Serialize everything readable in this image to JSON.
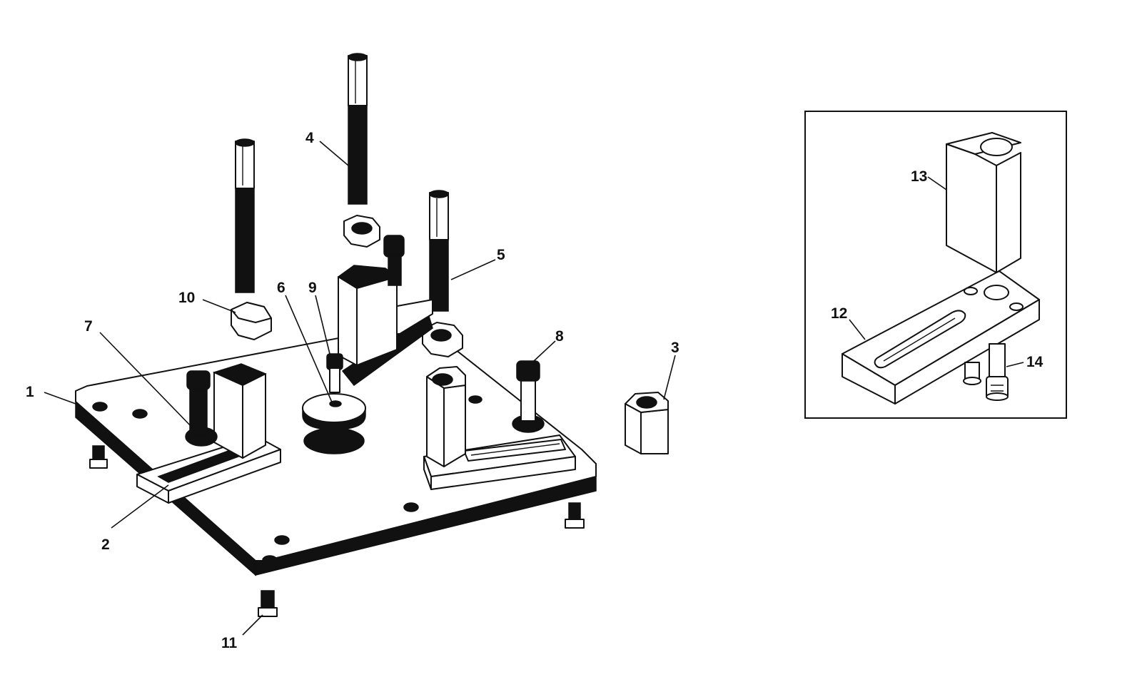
{
  "drawing": {
    "type": "exploded-assembly",
    "colors": {
      "line": "#111111",
      "background": "#ffffff"
    },
    "callouts": [
      {
        "id": "1",
        "label": "1"
      },
      {
        "id": "2",
        "label": "2"
      },
      {
        "id": "3",
        "label": "3"
      },
      {
        "id": "4",
        "label": "4"
      },
      {
        "id": "5",
        "label": "5"
      },
      {
        "id": "6",
        "label": "6"
      },
      {
        "id": "7",
        "label": "7"
      },
      {
        "id": "8",
        "label": "8"
      },
      {
        "id": "9",
        "label": "9"
      },
      {
        "id": "10",
        "label": "10"
      },
      {
        "id": "11",
        "label": "11"
      },
      {
        "id": "12",
        "label": "12"
      },
      {
        "id": "13",
        "label": "13"
      },
      {
        "id": "14",
        "label": "14"
      }
    ]
  }
}
